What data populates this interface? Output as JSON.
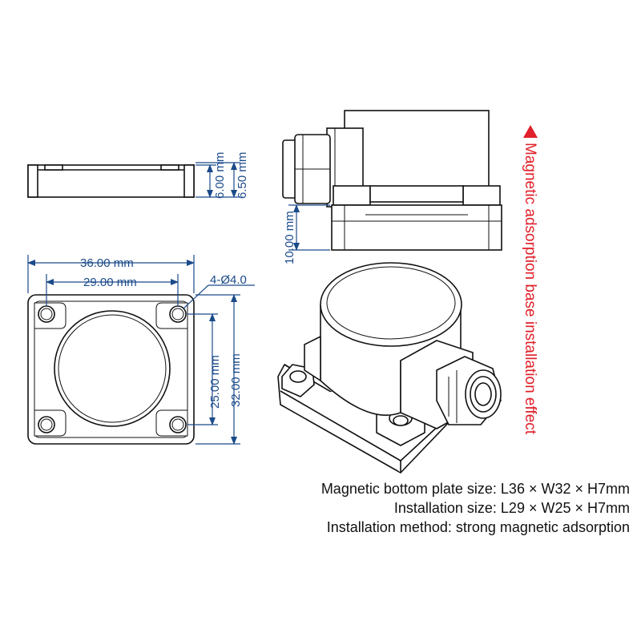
{
  "dimensions": {
    "side_height_inner": "6.00 mm",
    "side_height_outer": "6.50 mm",
    "width_outer": "36.00 mm",
    "width_mount": "29.00 mm",
    "hole_spec": "4-Ø4.0",
    "height_mount": "25.00 mm",
    "height_outer": "32.00 mm",
    "sensor_height": "10.00 mm"
  },
  "effect_label": "Magnetic adsorption base installation effect",
  "specs": [
    "Magnetic bottom plate size: L36 × W32 × H7mm",
    "Installation size: L29 × W25 × H7mm",
    "Installation method: strong magnetic adsorption"
  ],
  "colors": {
    "dimension": "#1a4a8a",
    "label": "#e0202a",
    "outline": "#111111"
  }
}
